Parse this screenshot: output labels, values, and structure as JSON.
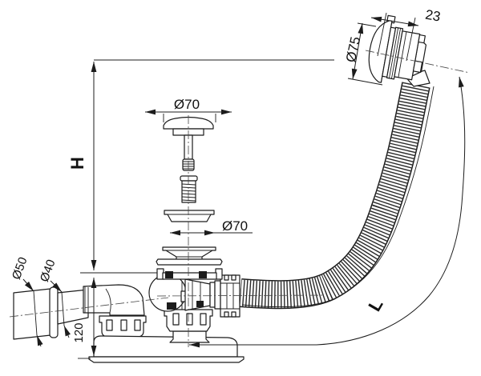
{
  "diagram": {
    "background": "#ffffff",
    "line_color": "#1c1c1c",
    "dimensions": {
      "cap_width": "23",
      "overflow_diameter": "Ø75",
      "plug_diameter": "Ø70",
      "washer_diameter": "Ø70",
      "outlet_sleeve_diameter": "Ø50",
      "outlet_pipe_diameter": "Ø40",
      "height_label": "H",
      "hose_length_label": "L",
      "base_height": "120"
    }
  }
}
